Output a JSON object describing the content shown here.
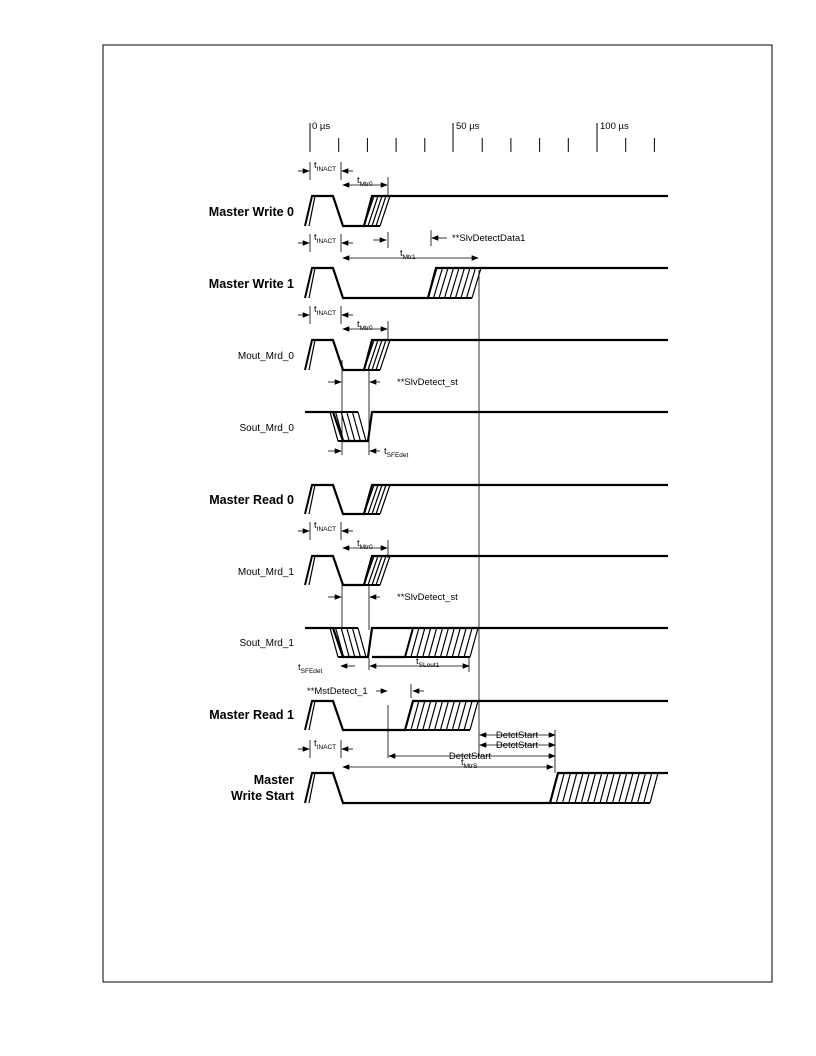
{
  "axis": {
    "ticks": [
      "0 µs",
      "50 µs",
      "100 µs"
    ]
  },
  "signals": [
    {
      "id": "mw0",
      "label": "Master Write 0",
      "bold": true
    },
    {
      "id": "mw1",
      "label": "Master Write 1",
      "bold": true
    },
    {
      "id": "mmrd0",
      "label": "Mout_Mrd_0",
      "bold": false
    },
    {
      "id": "smrd0",
      "label": "Sout_Mrd_0",
      "bold": false
    },
    {
      "id": "mr0",
      "label": "Master Read 0",
      "bold": true
    },
    {
      "id": "mmrd1",
      "label": "Mout_Mrd_1",
      "bold": false
    },
    {
      "id": "smrd1",
      "label": "Sout_Mrd_1",
      "bold": false
    },
    {
      "id": "mr1",
      "label": "Master Read 1",
      "bold": true
    },
    {
      "id": "mws",
      "label": "Master Write Start",
      "label_lines": [
        "Master",
        "Write Start"
      ],
      "bold": true
    }
  ],
  "annotations": {
    "t_inact": {
      "main": "t",
      "sub": "INACT"
    },
    "t_mtr0": {
      "main": "t",
      "sub": "Mtr0"
    },
    "t_mtr1": {
      "main": "t",
      "sub": "Mtr1"
    },
    "t_sfedet": {
      "main": "t",
      "sub": "SFEdet"
    },
    "t_slout1": {
      "main": "t",
      "sub": "SLout1"
    },
    "t_mtrs": {
      "main": "t",
      "sub": "MtrS"
    },
    "slv_detect_data1": "**SlvDetectData1",
    "slv_detect_st": "**SlvDetect_st",
    "mst_detect_1": "**MstDetect_1",
    "detct_start": "DetctStart"
  }
}
